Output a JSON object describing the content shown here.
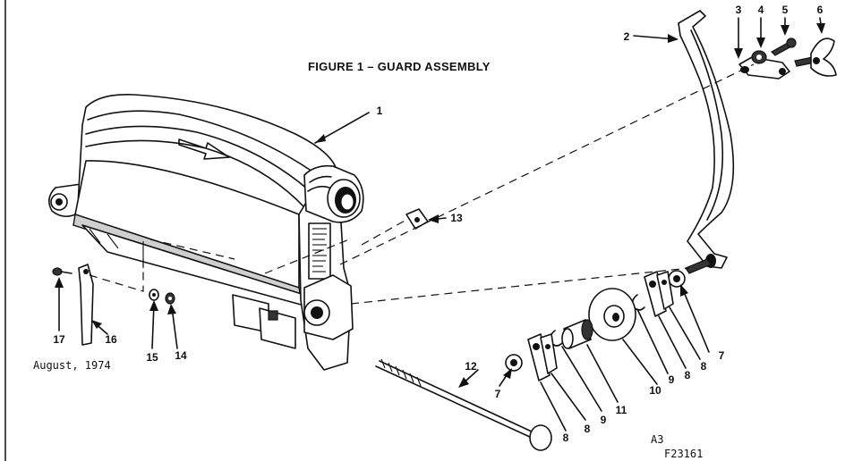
{
  "title": "FIGURE 1 – GUARD ASSEMBLY",
  "date": "August, 1974",
  "codes": {
    "line1": "A3",
    "line2": "F23161"
  },
  "callouts": [
    {
      "id": "c1",
      "text": "1"
    },
    {
      "id": "c2",
      "text": "2"
    },
    {
      "id": "c3",
      "text": "3"
    },
    {
      "id": "c4",
      "text": "4"
    },
    {
      "id": "c5",
      "text": "5"
    },
    {
      "id": "c6",
      "text": "6"
    },
    {
      "id": "c7a",
      "text": "7"
    },
    {
      "id": "c8a",
      "text": "8"
    },
    {
      "id": "c8b",
      "text": "8"
    },
    {
      "id": "c9a",
      "text": "9"
    },
    {
      "id": "c10",
      "text": "10"
    },
    {
      "id": "c11",
      "text": "11"
    },
    {
      "id": "c9b",
      "text": "9"
    },
    {
      "id": "c8c",
      "text": "8"
    },
    {
      "id": "c8d",
      "text": "8"
    },
    {
      "id": "c7b",
      "text": "7"
    },
    {
      "id": "c12",
      "text": "12"
    },
    {
      "id": "c13",
      "text": "13"
    },
    {
      "id": "c14",
      "text": "14"
    },
    {
      "id": "c15",
      "text": "15"
    },
    {
      "id": "c16",
      "text": "16"
    },
    {
      "id": "c17",
      "text": "17"
    }
  ]
}
